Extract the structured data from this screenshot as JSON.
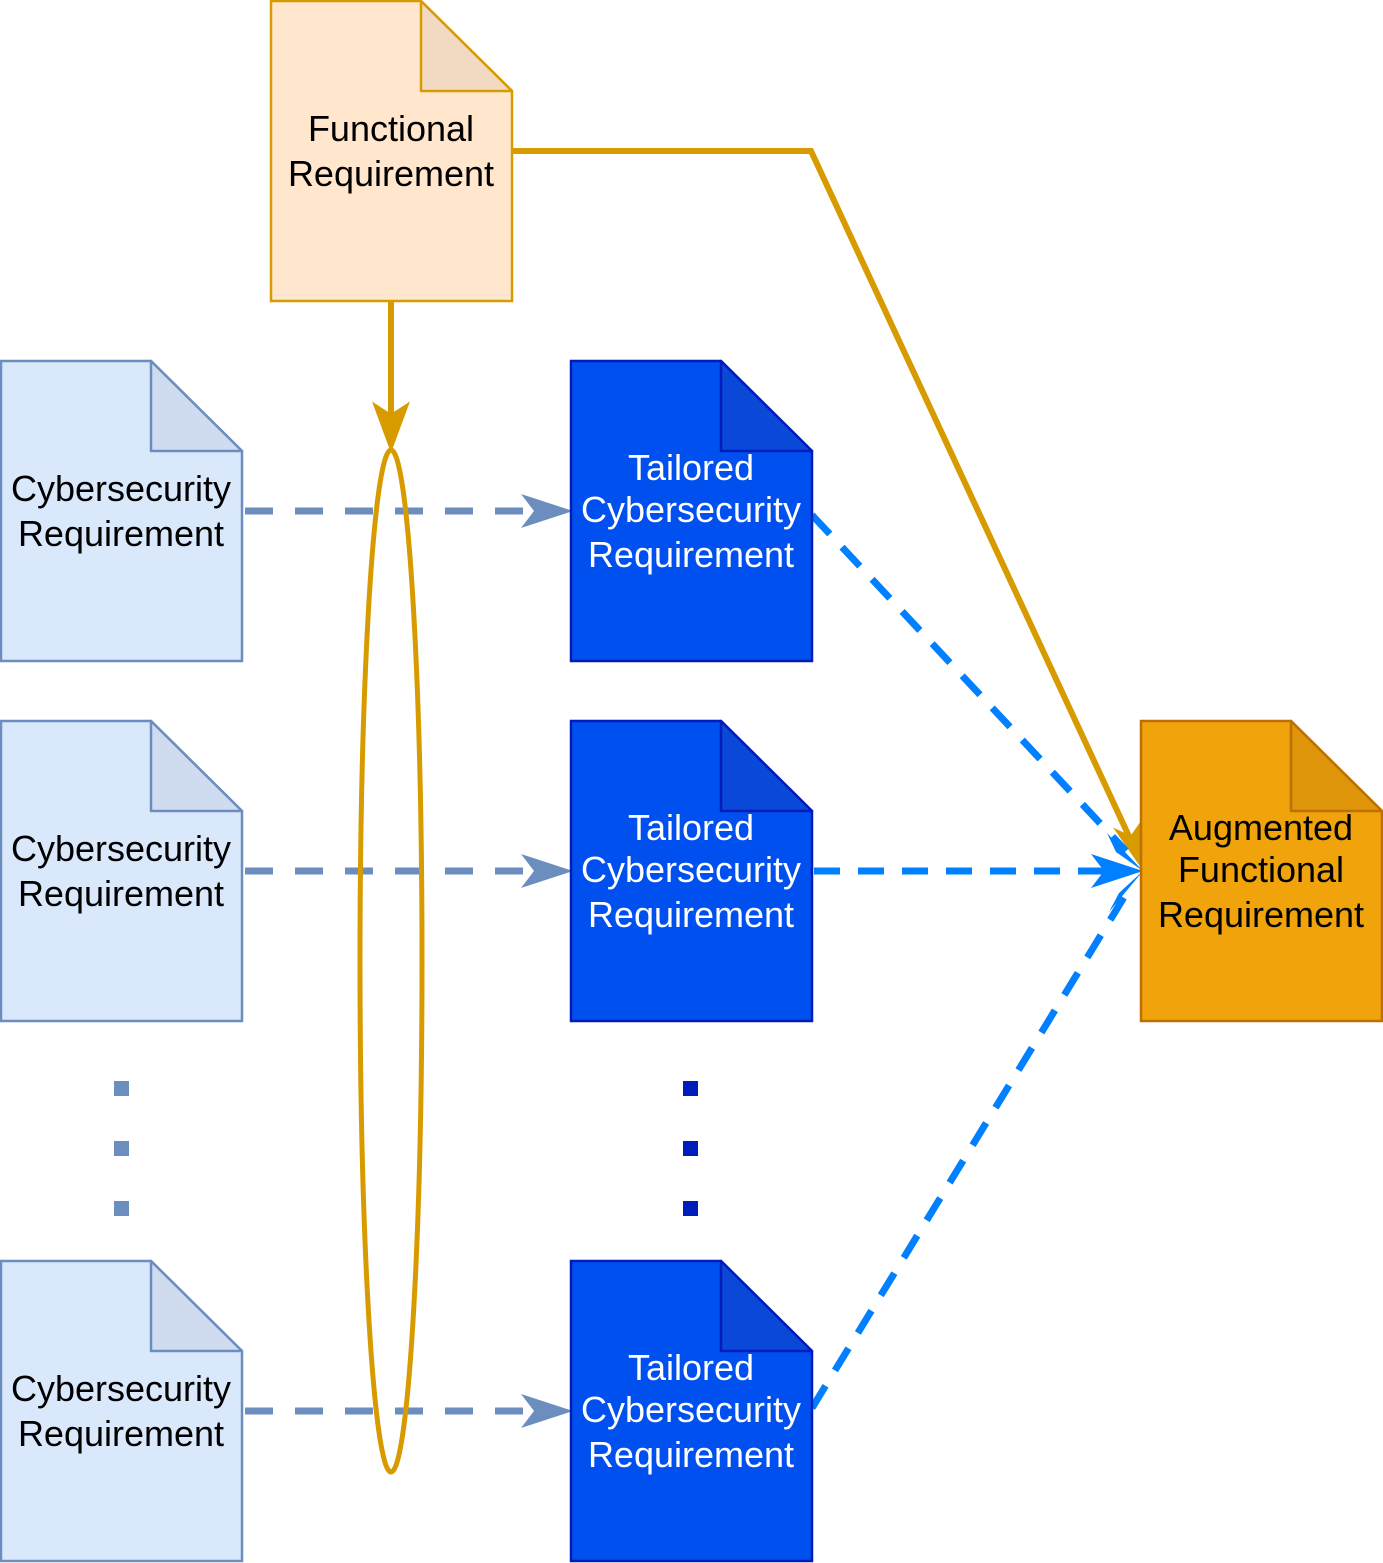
{
  "colors": {
    "functional_fill": "#ffe6cc",
    "functional_stroke": "#d79b00",
    "cyber_fill": "#dae8fc",
    "cyber_stroke": "#6c8ebf",
    "tailored_fill": "#0050ef",
    "tailored_stroke": "#001dbc",
    "augmented_fill": "#f0a30a",
    "augmented_stroke": "#bd7000",
    "flow_blue": "#007fff",
    "ellipsis_left": "#6c8ebf",
    "ellipsis_mid": "#001dbc"
  },
  "nodes": {
    "functional": {
      "line1": "Functional",
      "line2": "Requirement"
    },
    "cyber_1": {
      "line1": "Cybersecurity",
      "line2": "Requirement"
    },
    "cyber_2": {
      "line1": "Cybersecurity",
      "line2": "Requirement"
    },
    "cyber_3": {
      "line1": "Cybersecurity",
      "line2": "Requirement"
    },
    "tailored_1": {
      "line1": "Tailored",
      "line2": "Cybersecurity",
      "line3": "Requirement"
    },
    "tailored_2": {
      "line1": "Tailored",
      "line2": "Cybersecurity",
      "line3": "Requirement"
    },
    "tailored_3": {
      "line1": "Tailored",
      "line2": "Cybersecurity",
      "line3": "Requirement"
    },
    "augmented": {
      "line1": "Augmented",
      "line2": "Functional",
      "line3": "Requirement"
    }
  }
}
